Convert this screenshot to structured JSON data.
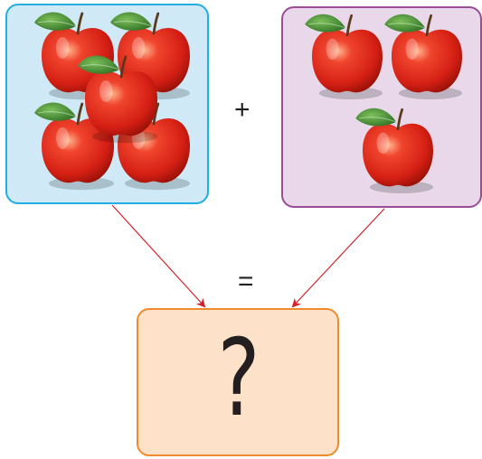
{
  "diagram": {
    "operator_plus": "+",
    "operator_equals": "=",
    "result_text": "?",
    "colors": {
      "left_box_fill": "#cfe9f7",
      "left_box_border": "#22aee3",
      "right_box_fill": "#e8d8ea",
      "right_box_border": "#9b4d9a",
      "result_box_fill": "#fde1c8",
      "result_box_border": "#f08a2a",
      "arrow": "#d2232a",
      "apple": "#e52b1e",
      "leaf": "#3f8a2e"
    },
    "groups": [
      {
        "name": "left-group",
        "apple_count": 5
      },
      {
        "name": "right-group",
        "apple_count": 3
      }
    ]
  }
}
